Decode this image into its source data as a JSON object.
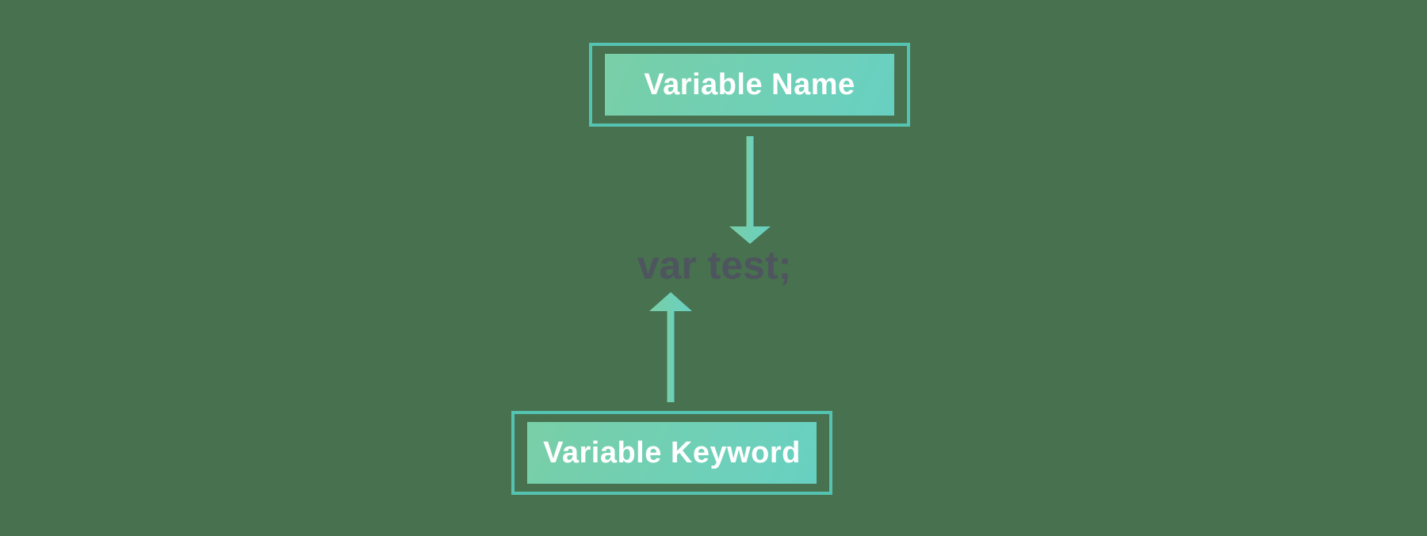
{
  "diagram": {
    "top_box": {
      "label": "Variable Name"
    },
    "bottom_box": {
      "label": "Variable Keyword"
    },
    "code": {
      "text": "var test;"
    }
  },
  "icons": {
    "arrow_down": "arrow-down-icon",
    "arrow_up": "arrow-up-icon"
  },
  "colors": {
    "bg": "#47714F",
    "accent_border": "#55C3B1",
    "gradient_start": "#79CFA7",
    "gradient_end": "#68D0C2",
    "arrow": "#60C8B6",
    "label_text": "#FFFFFF",
    "code_text": "#4E555E"
  }
}
